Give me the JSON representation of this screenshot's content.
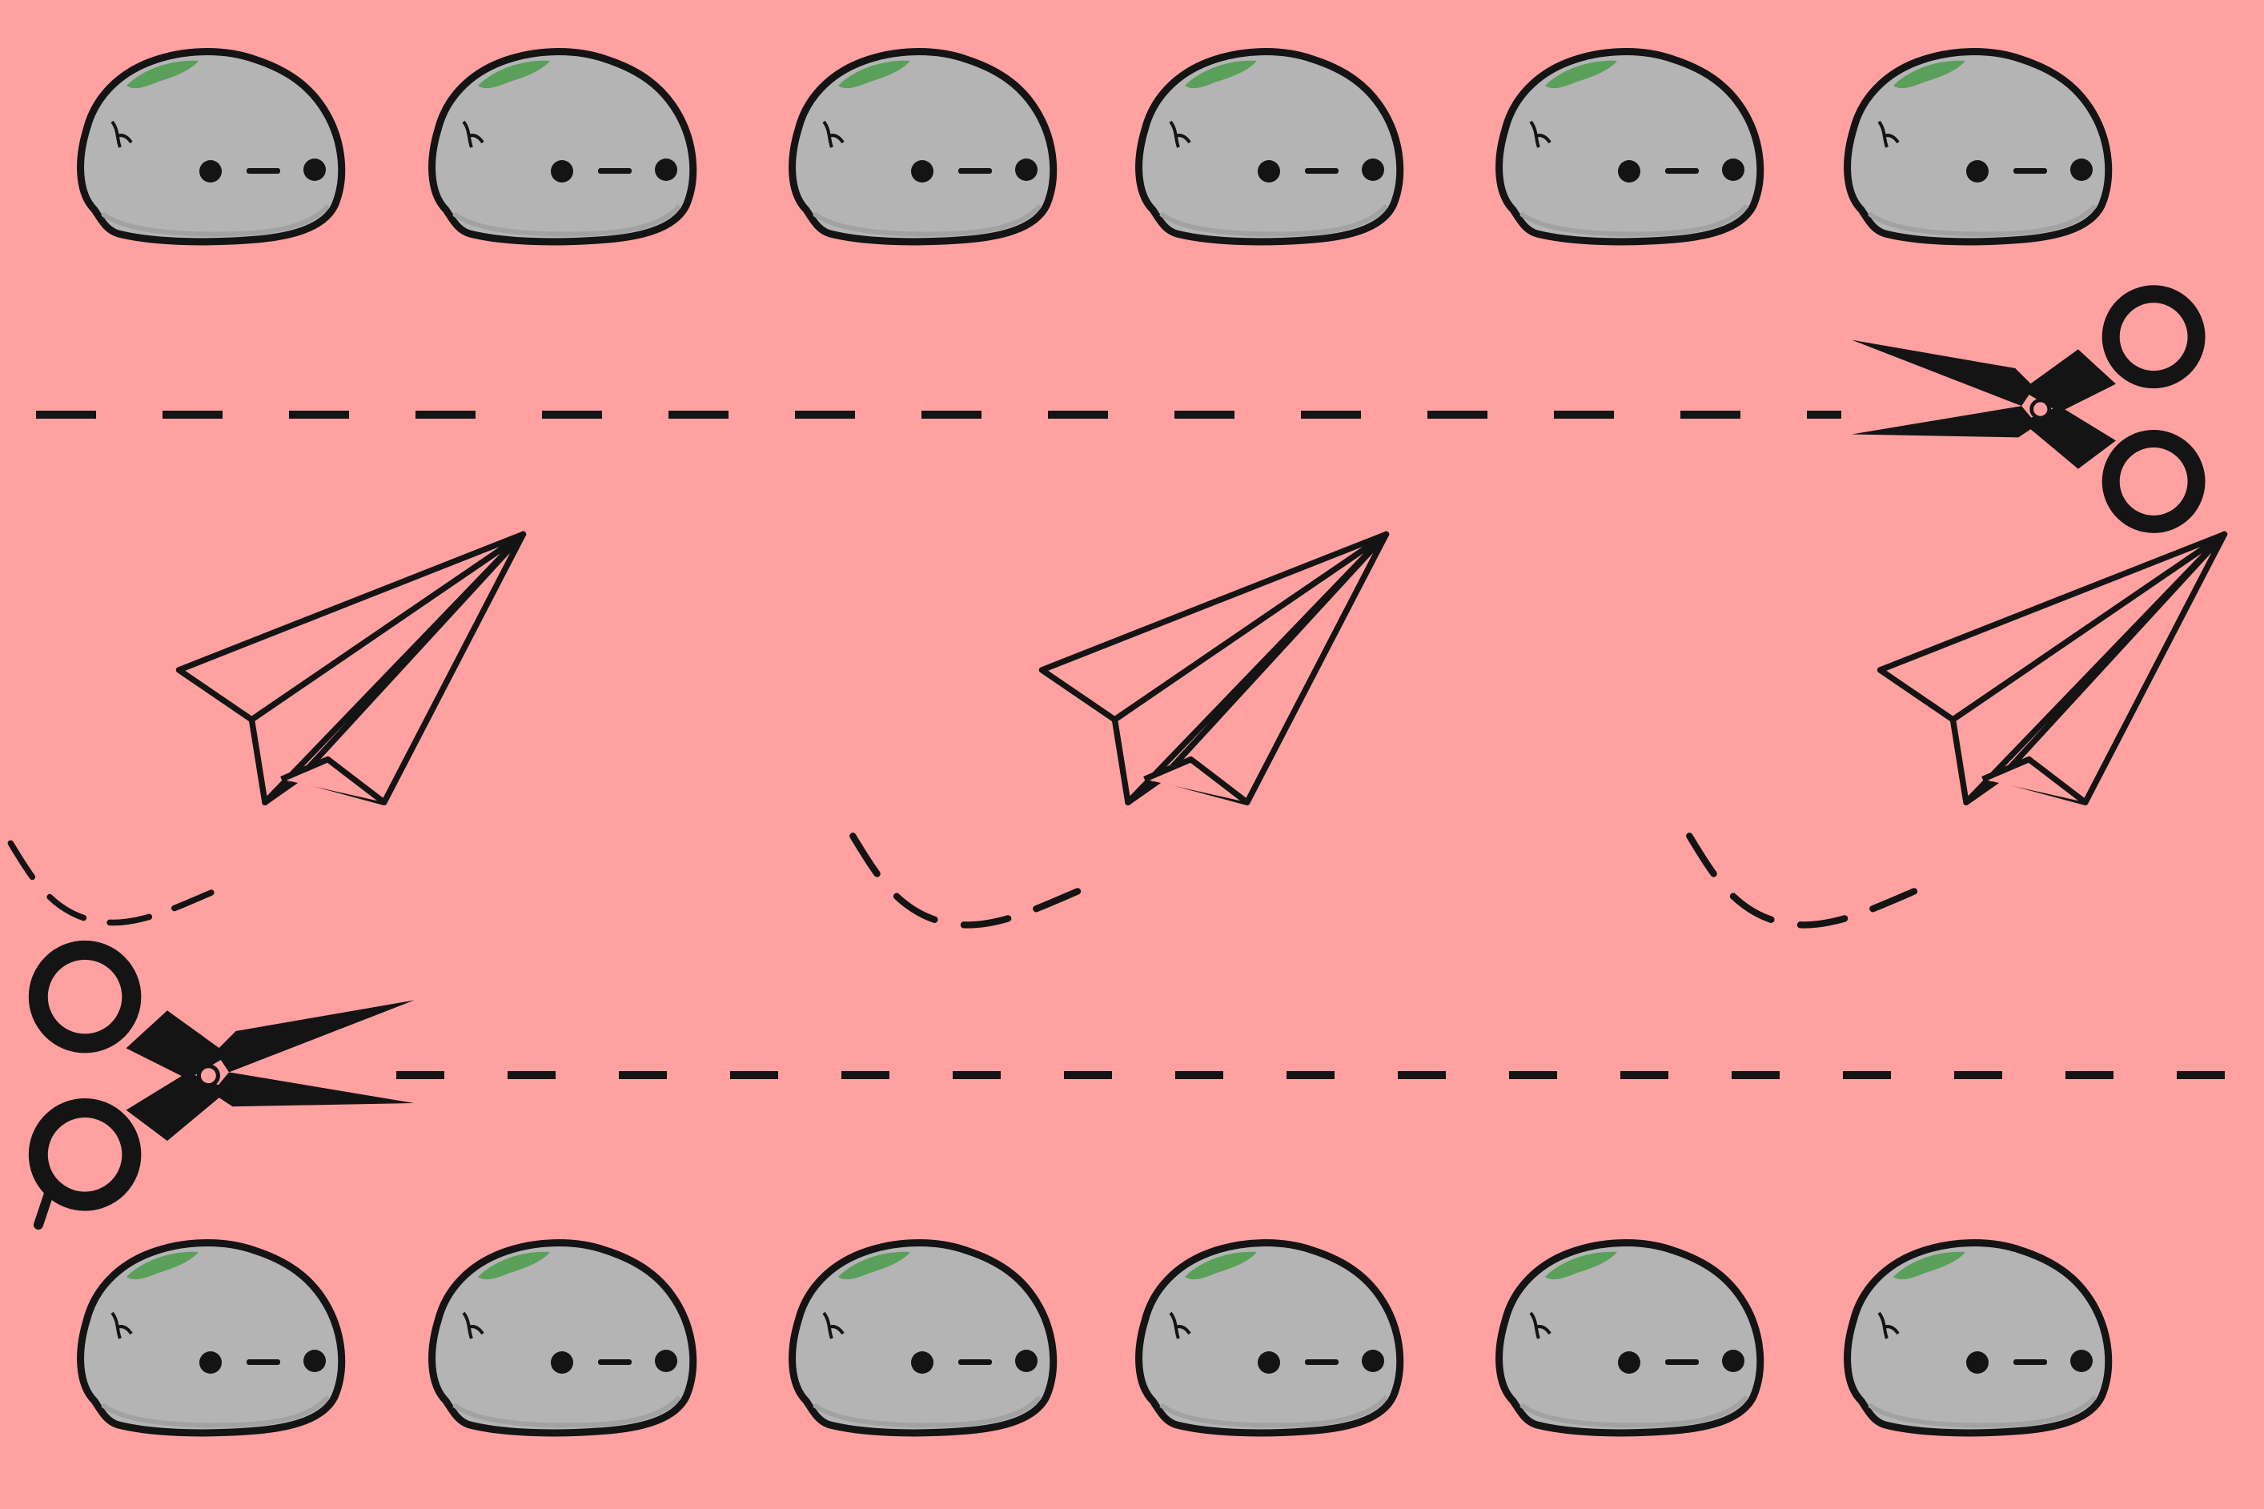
{
  "scene": {
    "background_color": "#ffa1a1",
    "ink_color": "#141414",
    "rock_fill": "#b4b4b4",
    "rock_moss": "#5aa05a",
    "paper_fill": "#ffa1a1"
  },
  "rock_rows": [
    {
      "name": "top",
      "count": 6,
      "icon": "rock-face-icon"
    },
    {
      "name": "bottom",
      "count": 6,
      "icon": "rock-face-icon"
    }
  ],
  "cut_lines": [
    {
      "name": "upper",
      "style": "dashed",
      "icon": "scissors-icon"
    },
    {
      "name": "lower",
      "style": "dashed",
      "icon": "scissors-icon"
    }
  ],
  "paper_planes": {
    "count": 3,
    "icon": "paper-plane-icon",
    "trail": "dashed-loop"
  }
}
